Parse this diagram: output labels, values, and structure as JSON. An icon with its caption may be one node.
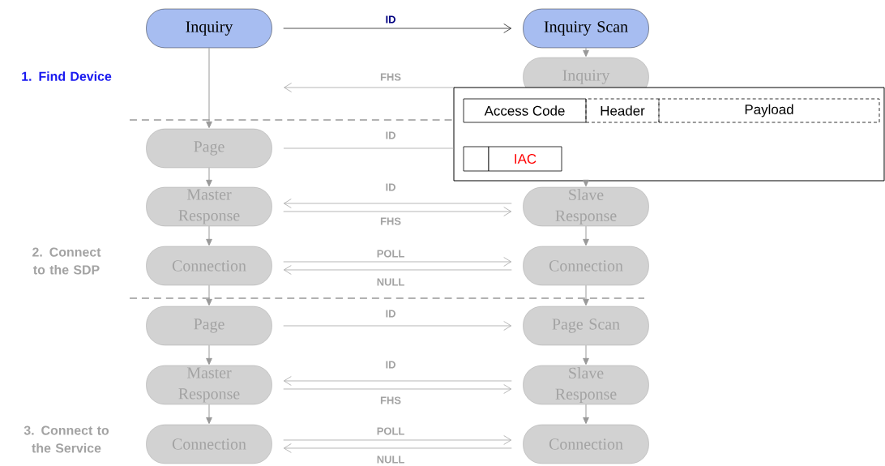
{
  "diagram": {
    "nodes": [
      {
        "text": [
          "Inquiry"
        ]
      },
      {
        "text": [
          "Inquiry Scan"
        ]
      },
      {
        "text": [
          "Inquiry"
        ]
      },
      {
        "text": [
          "Page"
        ]
      },
      {
        "text": [
          "Master Response"
        ]
      },
      {
        "text": [
          "Slave Response"
        ]
      },
      {
        "text": [
          "Connection"
        ]
      },
      {
        "text": [
          "Connection"
        ]
      },
      {
        "text": [
          "Page"
        ]
      },
      {
        "text": [
          "Page Scan"
        ]
      },
      {
        "text": [
          "Master Response"
        ]
      },
      {
        "text": [
          "Slave Response"
        ]
      },
      {
        "text": [
          "Connection"
        ]
      },
      {
        "text": [
          "Connection"
        ]
      },
      {
        "text": [],
        "shape": "box"
      },
      {
        "text": [
          "Access Code"
        ],
        "in": 14
      },
      {
        "text": [
          "Header"
        ],
        "in": 14
      },
      {
        "text": [
          "Payload"
        ],
        "in": 14
      },
      {
        "text": [],
        "shape": "box",
        "in": 14
      },
      {
        "text": [
          "IAC"
        ],
        "in": 14
      }
    ],
    "edges": [
      {
        "from": 0,
        "to": 1,
        "arrow": "to",
        "label": "ID",
        "color": "#000000"
      },
      {
        "from": 14,
        "to": null,
        "arrow": "to",
        "label": "FHS"
      },
      {
        "from": 3,
        "to": 14,
        "arrow": "none",
        "label": "ID"
      },
      {
        "from": 5,
        "to": 4,
        "arrow": "to",
        "label": "ID"
      },
      {
        "from": 4,
        "to": 5,
        "arrow": "to",
        "label": "FHS"
      },
      {
        "from": 6,
        "to": 7,
        "arrow": "to",
        "label": "POLL"
      },
      {
        "from": 7,
        "to": 6,
        "arrow": "to",
        "label": "NULL"
      },
      {
        "from": 8,
        "to": 9,
        "arrow": "to",
        "label": "ID"
      },
      {
        "from": 11,
        "to": 10,
        "arrow": "to",
        "label": "ID"
      },
      {
        "from": 10,
        "to": 11,
        "arrow": "to",
        "label": "FHS"
      },
      {
        "from": 12,
        "to": 13,
        "arrow": "to",
        "label": "POLL"
      },
      {
        "from": 13,
        "to": 12,
        "arrow": "to",
        "label": "NULL"
      },
      {
        "from": 0,
        "to": 3,
        "arrow": "to"
      },
      {
        "from": 3,
        "to": 4,
        "arrow": "to"
      },
      {
        "from": 4,
        "to": 6,
        "arrow": "to"
      },
      {
        "from": 6,
        "to": 8,
        "arrow": "to"
      },
      {
        "from": 8,
        "to": 10,
        "arrow": "to"
      },
      {
        "from": 10,
        "to": 12,
        "arrow": "to"
      },
      {
        "from": 1,
        "to": 2,
        "arrow": "to"
      },
      {
        "from": null,
        "to": 5,
        "arrow": "to"
      },
      {
        "from": 5,
        "to": 7,
        "arrow": "to"
      },
      {
        "from": 7,
        "to": 9,
        "arrow": "to"
      },
      {
        "from": 9,
        "to": 11,
        "arrow": "to"
      },
      {
        "from": 11,
        "to": 13,
        "arrow": "to"
      }
    ],
    "labels": [
      "1.  Find Device",
      "2.  Connect to the SDP",
      "3.  Connect to the Service"
    ]
  }
}
